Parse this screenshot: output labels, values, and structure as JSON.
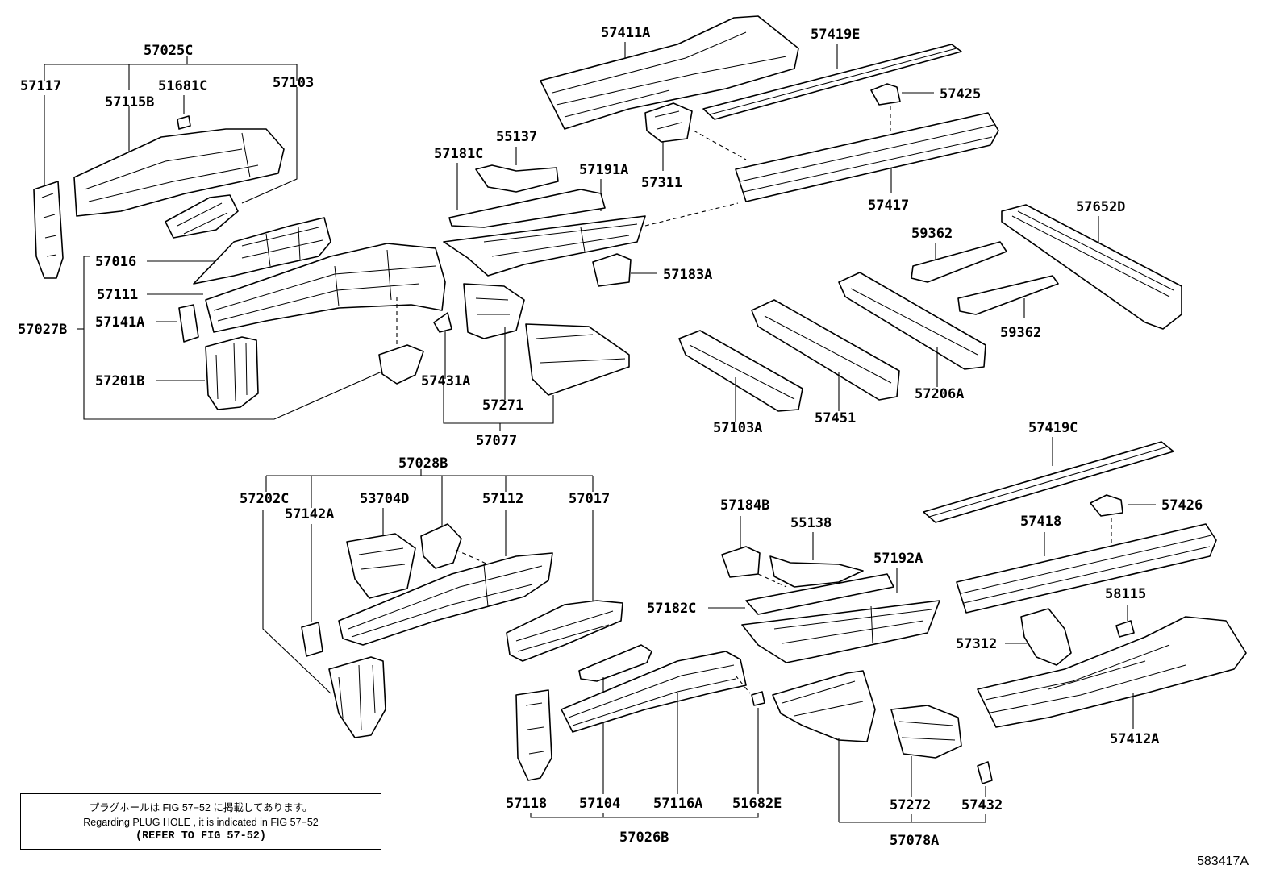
{
  "diagram": {
    "ref_code": "583417A",
    "note": {
      "line1": "プラグホールは FIG 57−52 に掲載してあります。",
      "line2": "Regarding PLUG HOLE , it is indicated in FIG 57−52",
      "line3": "(REFER TO FIG 57-52)"
    },
    "labels": {
      "p57025C": "57025C",
      "p57117": "57117",
      "p51681C": "51681C",
      "p57103": "57103",
      "p57115B": "57115B",
      "p57016": "57016",
      "p57111": "57111",
      "p57027B": "57027B",
      "p57141A": "57141A",
      "p57201B": "57201B",
      "p57411A": "57411A",
      "p57419E": "57419E",
      "p57425": "57425",
      "p55137": "55137",
      "p57181C": "57181C",
      "p57191A": "57191A",
      "p57311": "57311",
      "p57417": "57417",
      "p57183A": "57183A",
      "p59362a": "59362",
      "p57652D": "57652D",
      "p59362b": "59362",
      "p57431A": "57431A",
      "p57271": "57271",
      "p57077": "57077",
      "p57103A": "57103A",
      "p57451": "57451",
      "p57206A": "57206A",
      "p57028B": "57028B",
      "p57202C": "57202C",
      "p53704D": "53704D",
      "p57112": "57112",
      "p57017": "57017",
      "p57142A": "57142A",
      "p57419C": "57419C",
      "p57184B": "57184B",
      "p55138": "55138",
      "p57426": "57426",
      "p57418": "57418",
      "p57192A": "57192A",
      "p57182C": "57182C",
      "p58115": "58115",
      "p57312": "57312",
      "p57412A": "57412A",
      "p57118": "57118",
      "p57104": "57104",
      "p57116A": "57116A",
      "p51682E": "51682E",
      "p57026B": "57026B",
      "p57272": "57272",
      "p57432": "57432",
      "p57078A": "57078A"
    }
  }
}
